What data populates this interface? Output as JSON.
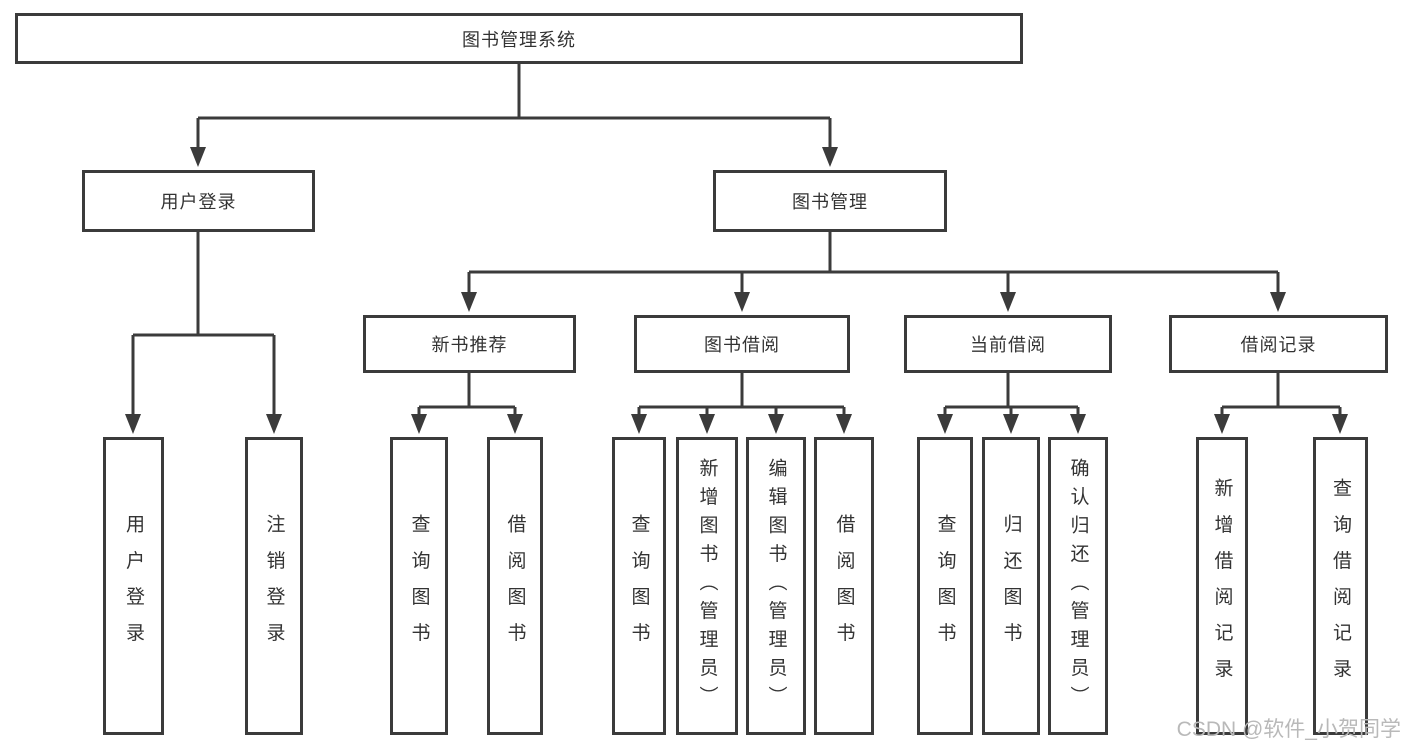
{
  "diagram_type": "hierarchy-tree",
  "tree": {
    "label": "图书管理系统",
    "children": [
      {
        "label": "用户登录",
        "children": [
          {
            "label": "用户登录"
          },
          {
            "label": "注销登录"
          }
        ]
      },
      {
        "label": "图书管理",
        "children": [
          {
            "label": "新书推荐",
            "children": [
              {
                "label": "查询图书"
              },
              {
                "label": "借阅图书"
              }
            ]
          },
          {
            "label": "图书借阅",
            "children": [
              {
                "label": "查询图书"
              },
              {
                "label": "新增图书（管理员）"
              },
              {
                "label": "编辑图书（管理员）"
              },
              {
                "label": "借阅图书"
              }
            ]
          },
          {
            "label": "当前借阅",
            "children": [
              {
                "label": "查询图书"
              },
              {
                "label": "归还图书"
              },
              {
                "label": "确认归还（管理员）"
              }
            ]
          },
          {
            "label": "借阅记录",
            "children": [
              {
                "label": "新增借阅记录"
              },
              {
                "label": "查询借阅记录"
              }
            ]
          }
        ]
      }
    ]
  },
  "watermark": "CSDN @软件_小贺同学",
  "colors": {
    "line": "#3b3b3b",
    "box_background": "#ffffff",
    "text": "#333333",
    "watermark": "#b9b9b9"
  }
}
